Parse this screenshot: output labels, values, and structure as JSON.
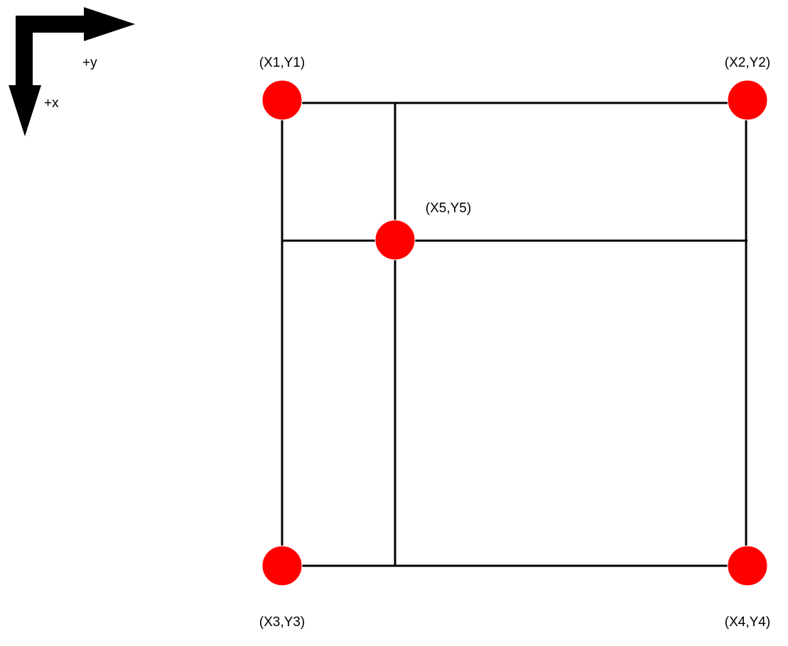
{
  "axes": {
    "x_label": "+x",
    "y_label": "+y",
    "arrow_color": "#000000"
  },
  "points": [
    {
      "id": "p1",
      "label": "(X1,Y1)"
    },
    {
      "id": "p2",
      "label": "(X2,Y2)"
    },
    {
      "id": "p3",
      "label": "(X3,Y3)"
    },
    {
      "id": "p4",
      "label": "(X4,Y4)"
    },
    {
      "id": "p5",
      "label": "(X5,Y5)"
    }
  ],
  "colors": {
    "point_fill": "#ff0000",
    "line": "#000000",
    "background": "#ffffff"
  }
}
